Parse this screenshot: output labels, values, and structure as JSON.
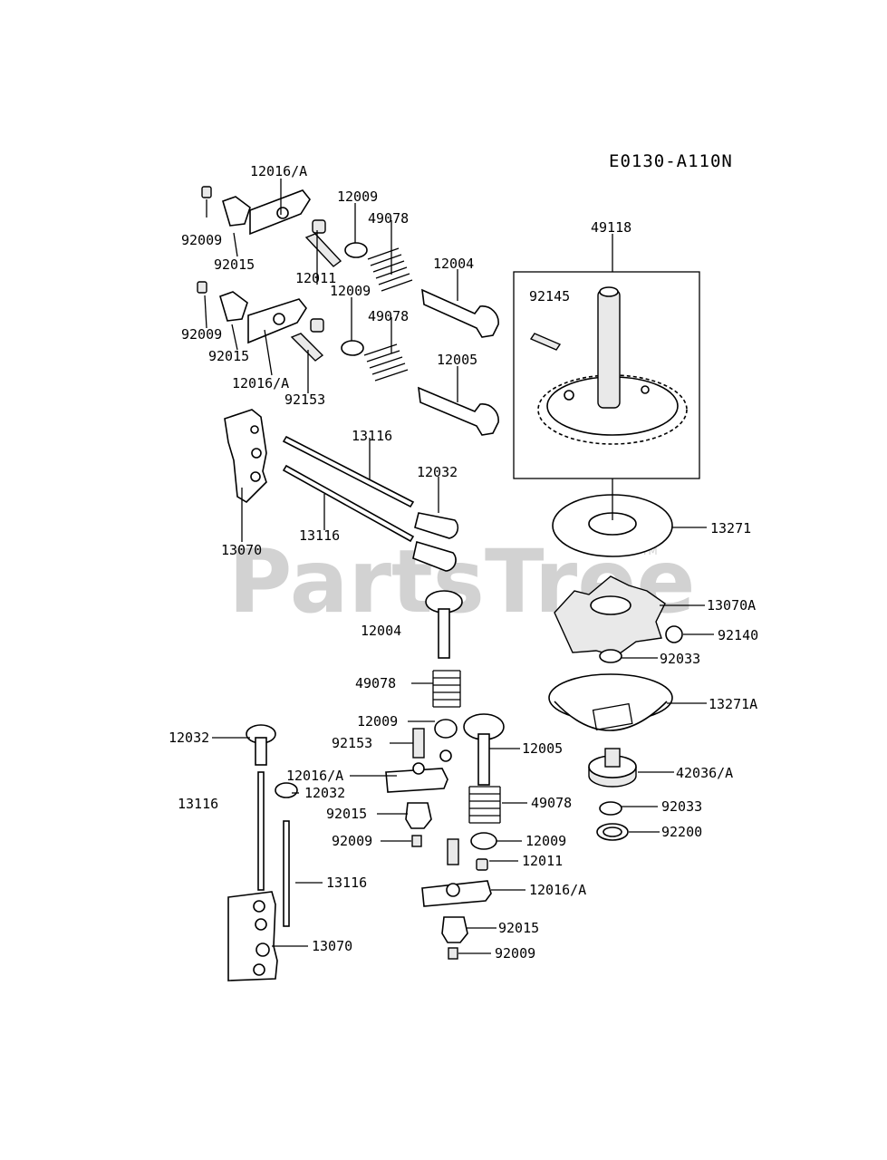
{
  "diagram": {
    "code": "E0130-A110N",
    "watermark": "PartsTree",
    "watermark_mark": "TM",
    "labels": [
      "12016/A",
      "12009",
      "49078",
      "92009",
      "92015",
      "12011",
      "12004",
      "12009",
      "49078",
      "92009",
      "92015",
      "12016/A",
      "92153",
      "12005",
      "13116",
      "12032",
      "13116",
      "13070",
      "49118",
      "92145",
      "13271",
      "13070A",
      "92140",
      "92033",
      "13271A",
      "42036/A",
      "92033",
      "92200",
      "12004",
      "49078",
      "12009",
      "92153",
      "12005",
      "12032",
      "12016/A",
      "12032",
      "13116",
      "92015",
      "49078",
      "92009",
      "12009",
      "12011",
      "13116",
      "12016/A",
      "92015",
      "13070",
      "92009"
    ]
  }
}
